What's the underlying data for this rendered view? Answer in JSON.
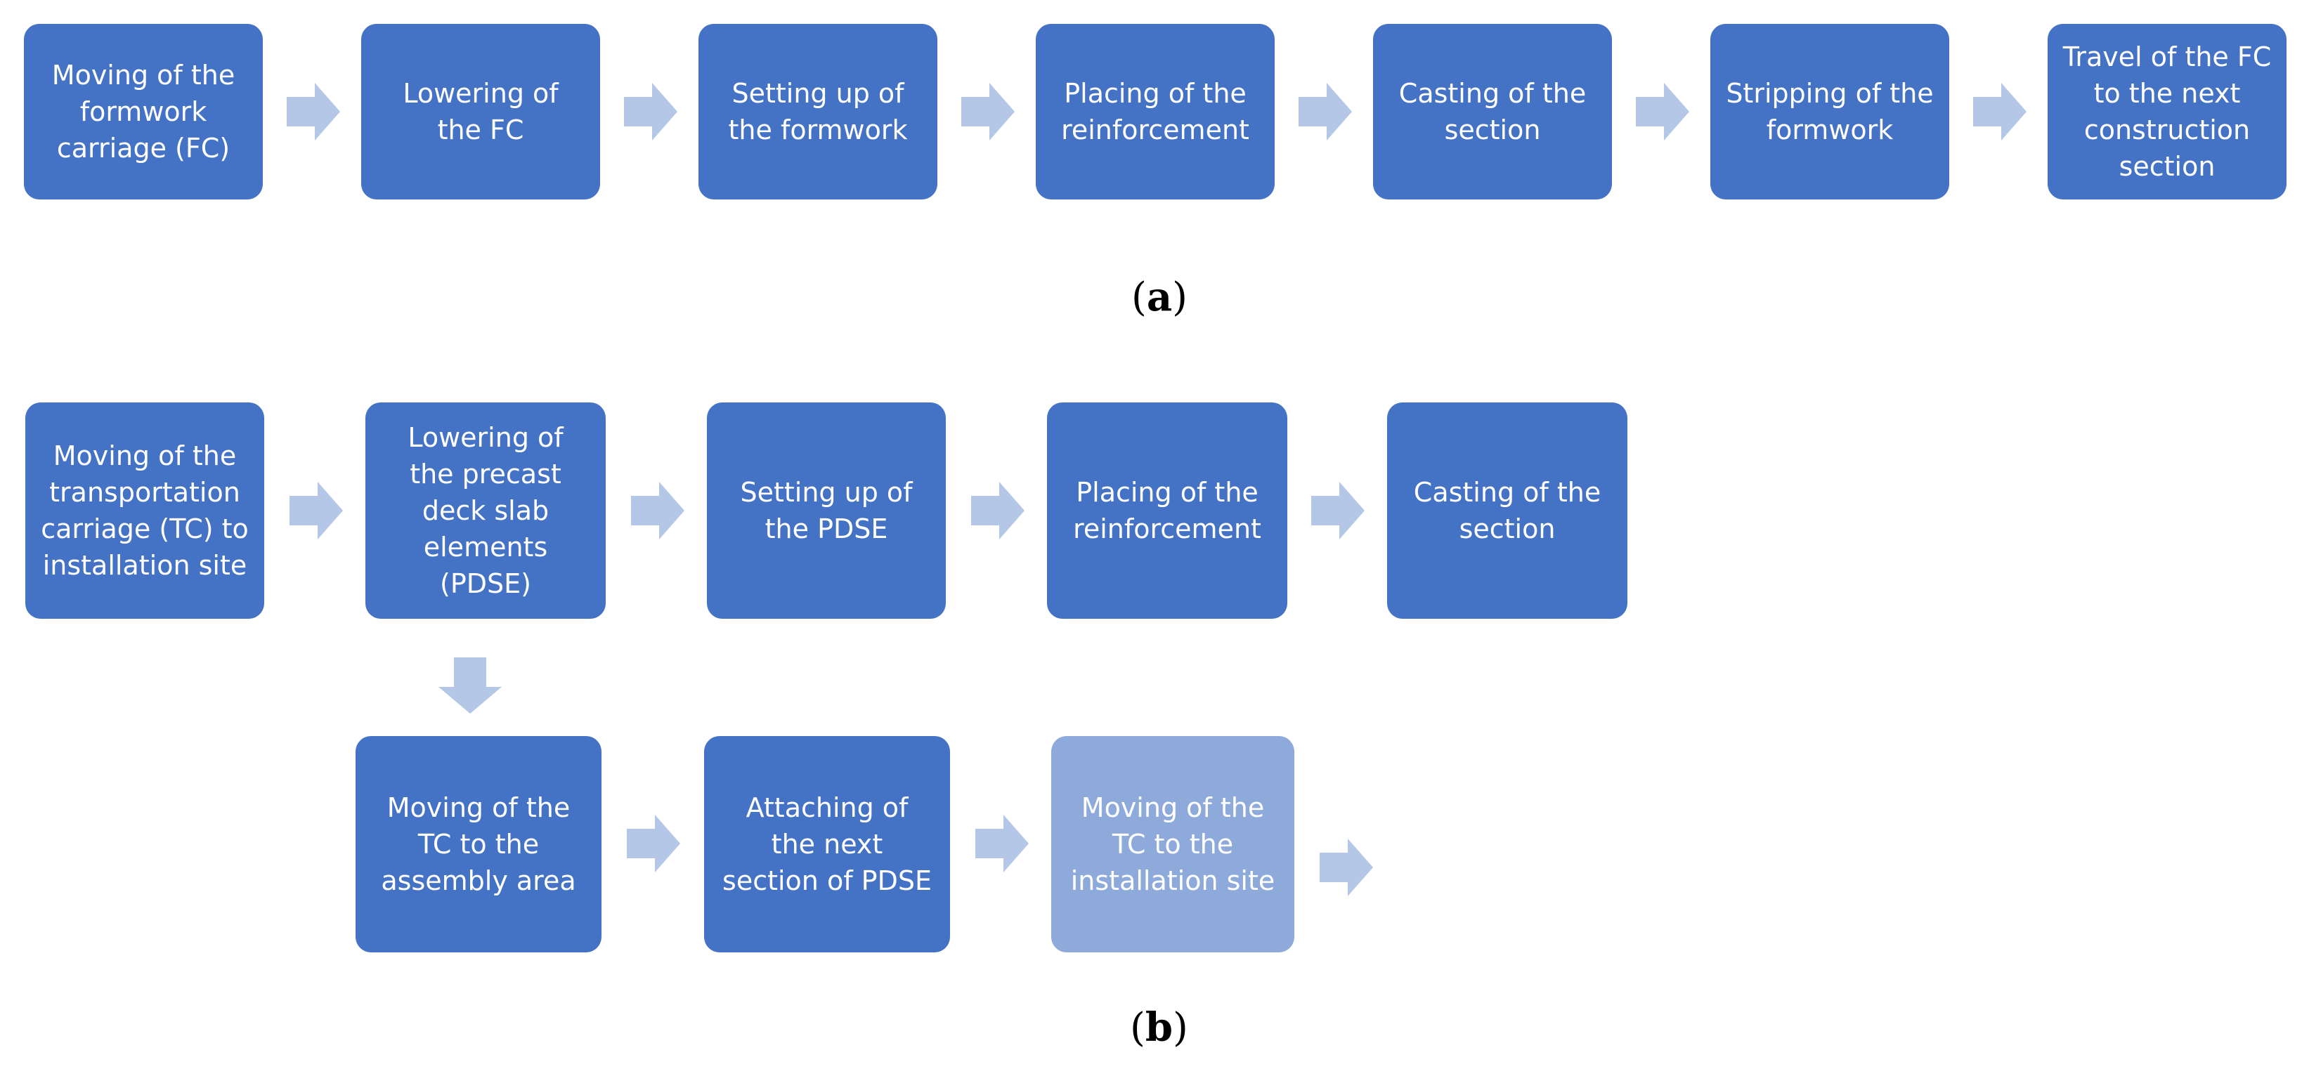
{
  "colors": {
    "box": "#4472c4",
    "box_light": "#8eaadb",
    "arrow": "#b4c7e7",
    "text": "#ffffff"
  },
  "panel_a": {
    "steps": [
      "Moving of the\nformwork\ncarriage (FC)",
      "Lowering of\nthe FC",
      "Setting up of\nthe formwork",
      "Placing of the\nreinforcement",
      "Casting of the\nsection",
      "Stripping of the\nformwork",
      "Travel of the FC\nto the next\nconstruction\nsection"
    ],
    "caption_label": "a"
  },
  "panel_b": {
    "row1": [
      "Moving of the\ntransportation\ncarriage (TC) to\ninstallation site",
      "Lowering of\nthe precast\ndeck slab\nelements\n(PDSE)",
      "Setting up of\nthe PDSE",
      "Placing of the\nreinforcement",
      "Casting of the\nsection"
    ],
    "row2": [
      "Moving of the\nTC to the\nassembly area",
      "Attaching of\nthe next\nsection of PDSE",
      "Moving of the\nTC to the\ninstallation site"
    ],
    "caption_label": "b"
  },
  "icons": {
    "flow_arrow": "right-arrow-icon",
    "down_arrow": "down-arrow-icon"
  }
}
